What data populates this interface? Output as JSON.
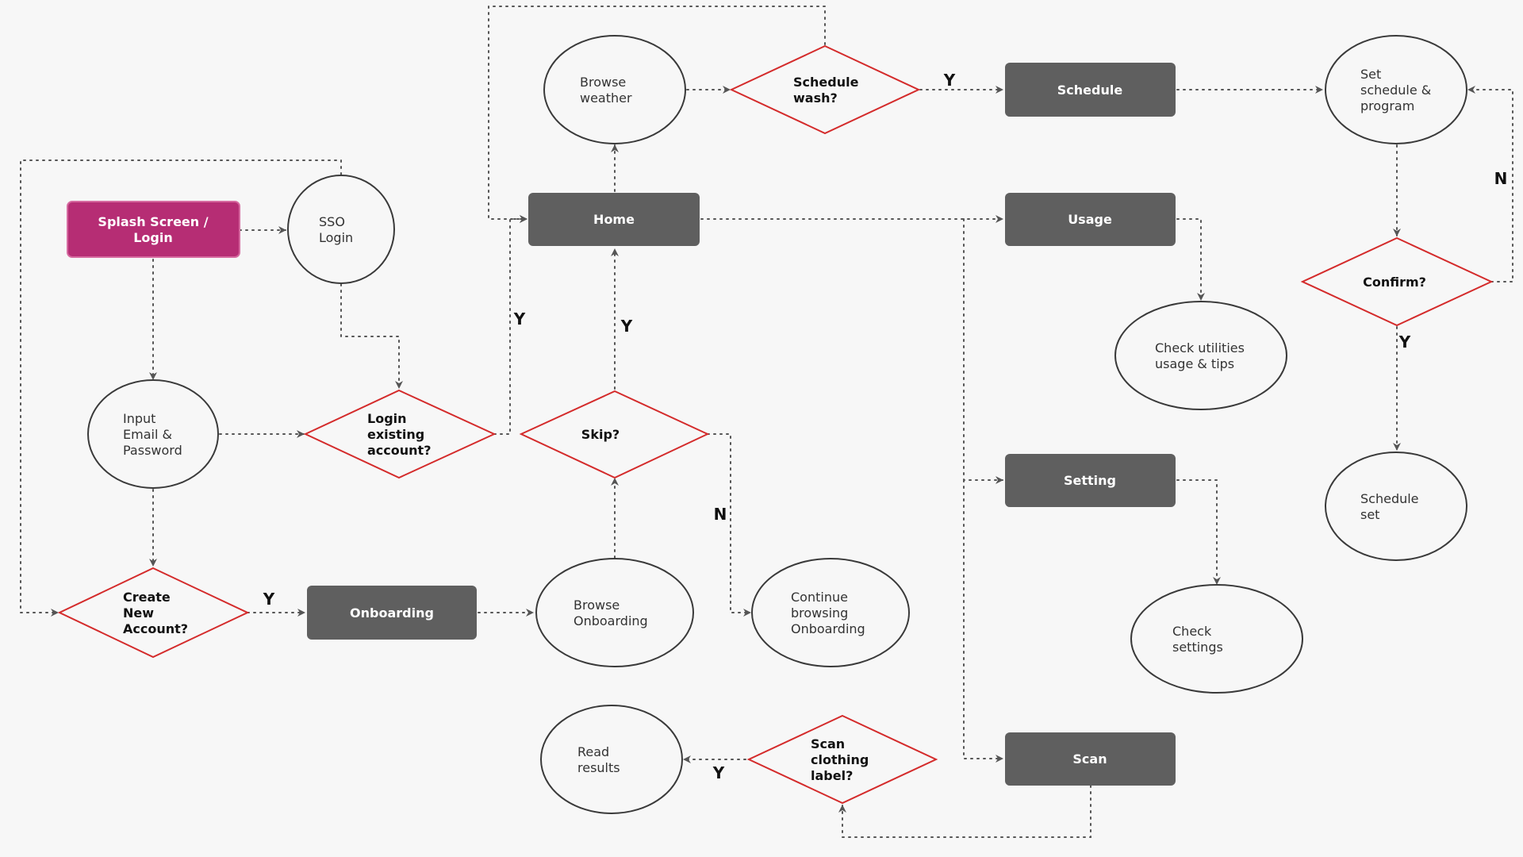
{
  "colors": {
    "background": "#f7f7f7",
    "start_node": "#b62d74",
    "process_node": "#5f5f5f",
    "decision_stroke": "#d42b2b",
    "connector": "#555555"
  },
  "nodes": {
    "splash": [
      "Splash Screen /",
      "Login"
    ],
    "sso_login": [
      "SSO",
      "Login"
    ],
    "input_email": [
      "Input",
      "Email &",
      "Password"
    ],
    "login_existing": [
      "Login",
      "existing",
      "account?"
    ],
    "create_account": [
      "Create",
      "New",
      "Account?"
    ],
    "onboarding": [
      "Onboarding"
    ],
    "browse_onboarding": [
      "Browse",
      "Onboarding"
    ],
    "skip": [
      "Skip?"
    ],
    "continue_onboarding": [
      "Continue",
      "browsing",
      "Onboarding"
    ],
    "home": [
      "Home"
    ],
    "browse_weather": [
      "Browse",
      "weather"
    ],
    "schedule_wash": [
      "Schedule",
      "wash?"
    ],
    "schedule": [
      "Schedule"
    ],
    "set_schedule": [
      "Set",
      "schedule &",
      "program"
    ],
    "confirm": [
      "Confirm?"
    ],
    "schedule_set": [
      "Schedule",
      "set"
    ],
    "usage": [
      "Usage"
    ],
    "check_utilities": [
      "Check utilities",
      "usage & tips"
    ],
    "setting": [
      "Setting"
    ],
    "check_settings": [
      "Check",
      "settings"
    ],
    "scan": [
      "Scan"
    ],
    "scan_label": [
      "Scan",
      "clothing",
      "label?"
    ],
    "read_results": [
      "Read",
      "results"
    ]
  },
  "edge_labels": {
    "schedule_wash_yes": "Y",
    "login_existing_yes": "Y",
    "skip_yes": "Y",
    "skip_no": "N",
    "create_account_yes": "Y",
    "confirm_yes": "Y",
    "confirm_no": "N",
    "scan_label_yes": "Y"
  }
}
